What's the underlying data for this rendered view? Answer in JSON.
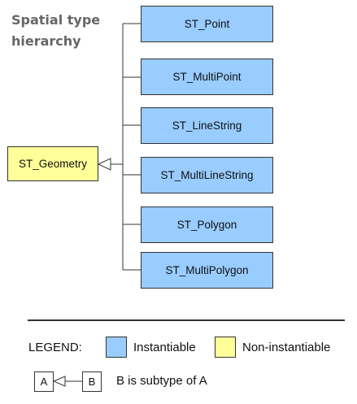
{
  "title": {
    "line1": "Spatial type",
    "line2": "hierarchy"
  },
  "root": {
    "label": "ST_Geometry"
  },
  "subtypes": [
    {
      "label": "ST_Point"
    },
    {
      "label": "ST_MultiPoint"
    },
    {
      "label": "ST_LineString"
    },
    {
      "label": "ST_MultiLineString"
    },
    {
      "label": "ST_Polygon"
    },
    {
      "label": "ST_MultiPolygon"
    }
  ],
  "legend": {
    "heading": "LEGEND:",
    "instantiable": "Instantiable",
    "non_instantiable": "Non-instantiable",
    "example_a": "A",
    "example_b": "B",
    "example_text": "B is subtype of A"
  },
  "colors": {
    "instantiable": "#99ccff",
    "non_instantiable": "#ffff99",
    "title": "#666666"
  }
}
